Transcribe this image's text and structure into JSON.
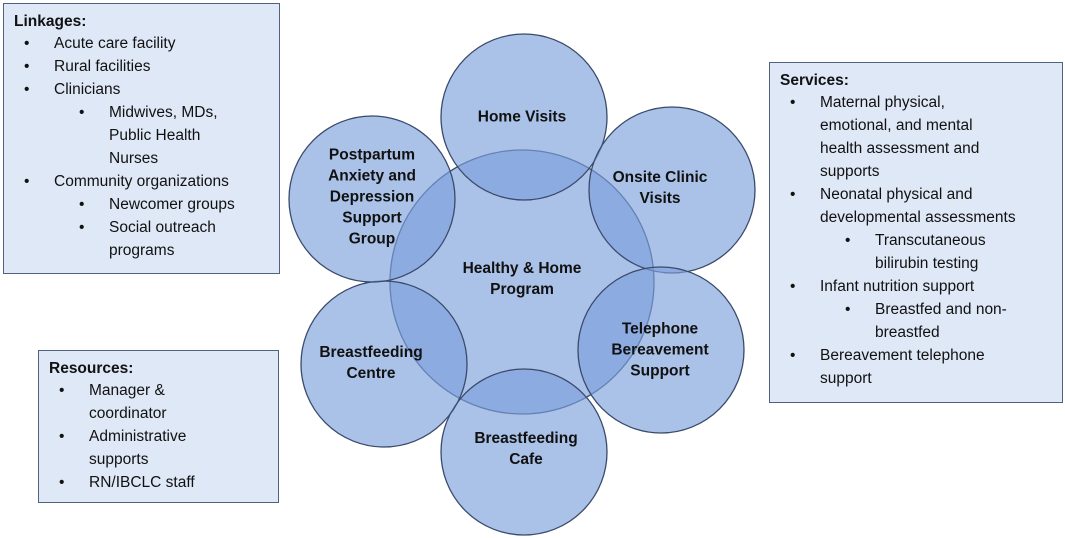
{
  "center": {
    "label_l1": "Healthy & Home",
    "label_l2": "Program"
  },
  "nodes": [
    {
      "l1": "Home Visits"
    },
    {
      "l1": "Onsite Clinic",
      "l2": "Visits"
    },
    {
      "l1": "Telephone",
      "l2": "Bereavement",
      "l3": "Support"
    },
    {
      "l1": "Breastfeeding",
      "l2": "Cafe"
    },
    {
      "l1": "Breastfeeding",
      "l2": "Centre"
    },
    {
      "l1": "Postpartum",
      "l2": "Anxiety and",
      "l3": "Depression",
      "l4": "Support",
      "l5": "Group"
    }
  ],
  "linkages": {
    "title": "Linkages:",
    "items": [
      "Acute care facility",
      "Rural facilities",
      "Clinicians"
    ],
    "clinicians_sub": [
      "Midwives, MDs,",
      "Public Health",
      "Nurses"
    ],
    "community": "Community organizations",
    "community_sub": [
      "Newcomer groups",
      "Social outreach",
      "programs"
    ]
  },
  "services": {
    "title": "Services:",
    "i1": [
      "Maternal physical,",
      "emotional, and mental",
      "health assessment and",
      "supports"
    ],
    "i2": [
      "Neonatal physical and",
      "developmental assessments"
    ],
    "i2sub": [
      "Transcutaneous",
      "bilirubin testing"
    ],
    "i3": "Infant nutrition support",
    "i3sub": [
      "Breastfed and non-",
      "breastfed"
    ],
    "i4": [
      "Bereavement telephone",
      "support"
    ]
  },
  "resources": {
    "title": "Resources:",
    "items": [
      [
        "Manager &",
        "coordinator"
      ],
      [
        "Administrative",
        "supports"
      ],
      [
        "RN/IBCLC staff"
      ]
    ]
  },
  "colors": {
    "circle": "#7d9fdc",
    "stroke": "#3d4f70",
    "box": "#dfe8f7"
  }
}
